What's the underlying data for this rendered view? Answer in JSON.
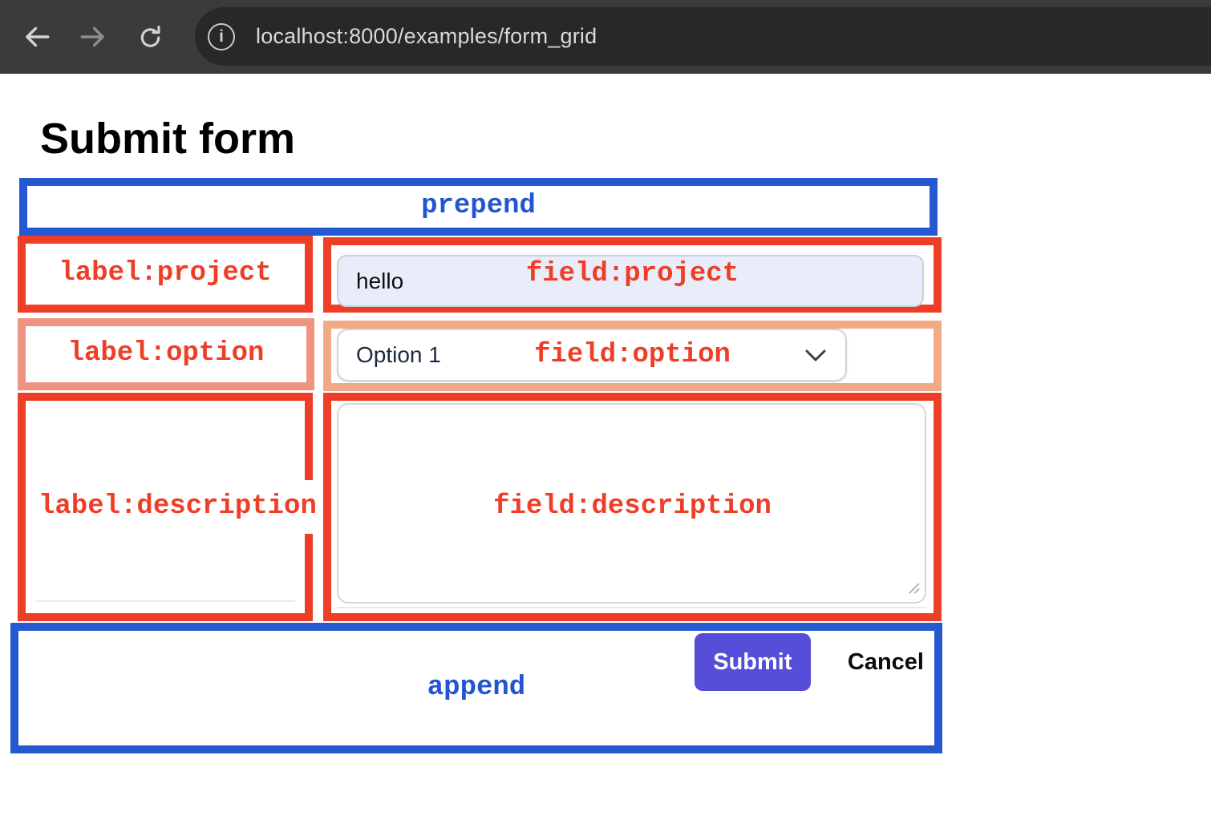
{
  "browser": {
    "url": "localhost:8000/examples/form_grid",
    "info_icon_glyph": "i"
  },
  "page": {
    "title": "Submit form"
  },
  "form": {
    "prepend_text": "prepend",
    "append_text": "append",
    "fields": {
      "project": {
        "label_tag": "label:project",
        "field_tag": "field:project",
        "value": "hello"
      },
      "option": {
        "label_tag": "label:option",
        "field_tag": "field:option",
        "selected": "Option 1"
      },
      "description": {
        "label_tag": "label:description",
        "field_tag": "field:description"
      }
    },
    "buttons": {
      "submit": "Submit",
      "cancel": "Cancel"
    }
  },
  "colors": {
    "blue": "#2459d2",
    "blue_text": "#2255d0",
    "red": "#ee3e27",
    "salmon_label": "#f09482",
    "salmon_field": "#f2a988",
    "submit": "#564dd8",
    "input_bg": "#e9edfa"
  }
}
